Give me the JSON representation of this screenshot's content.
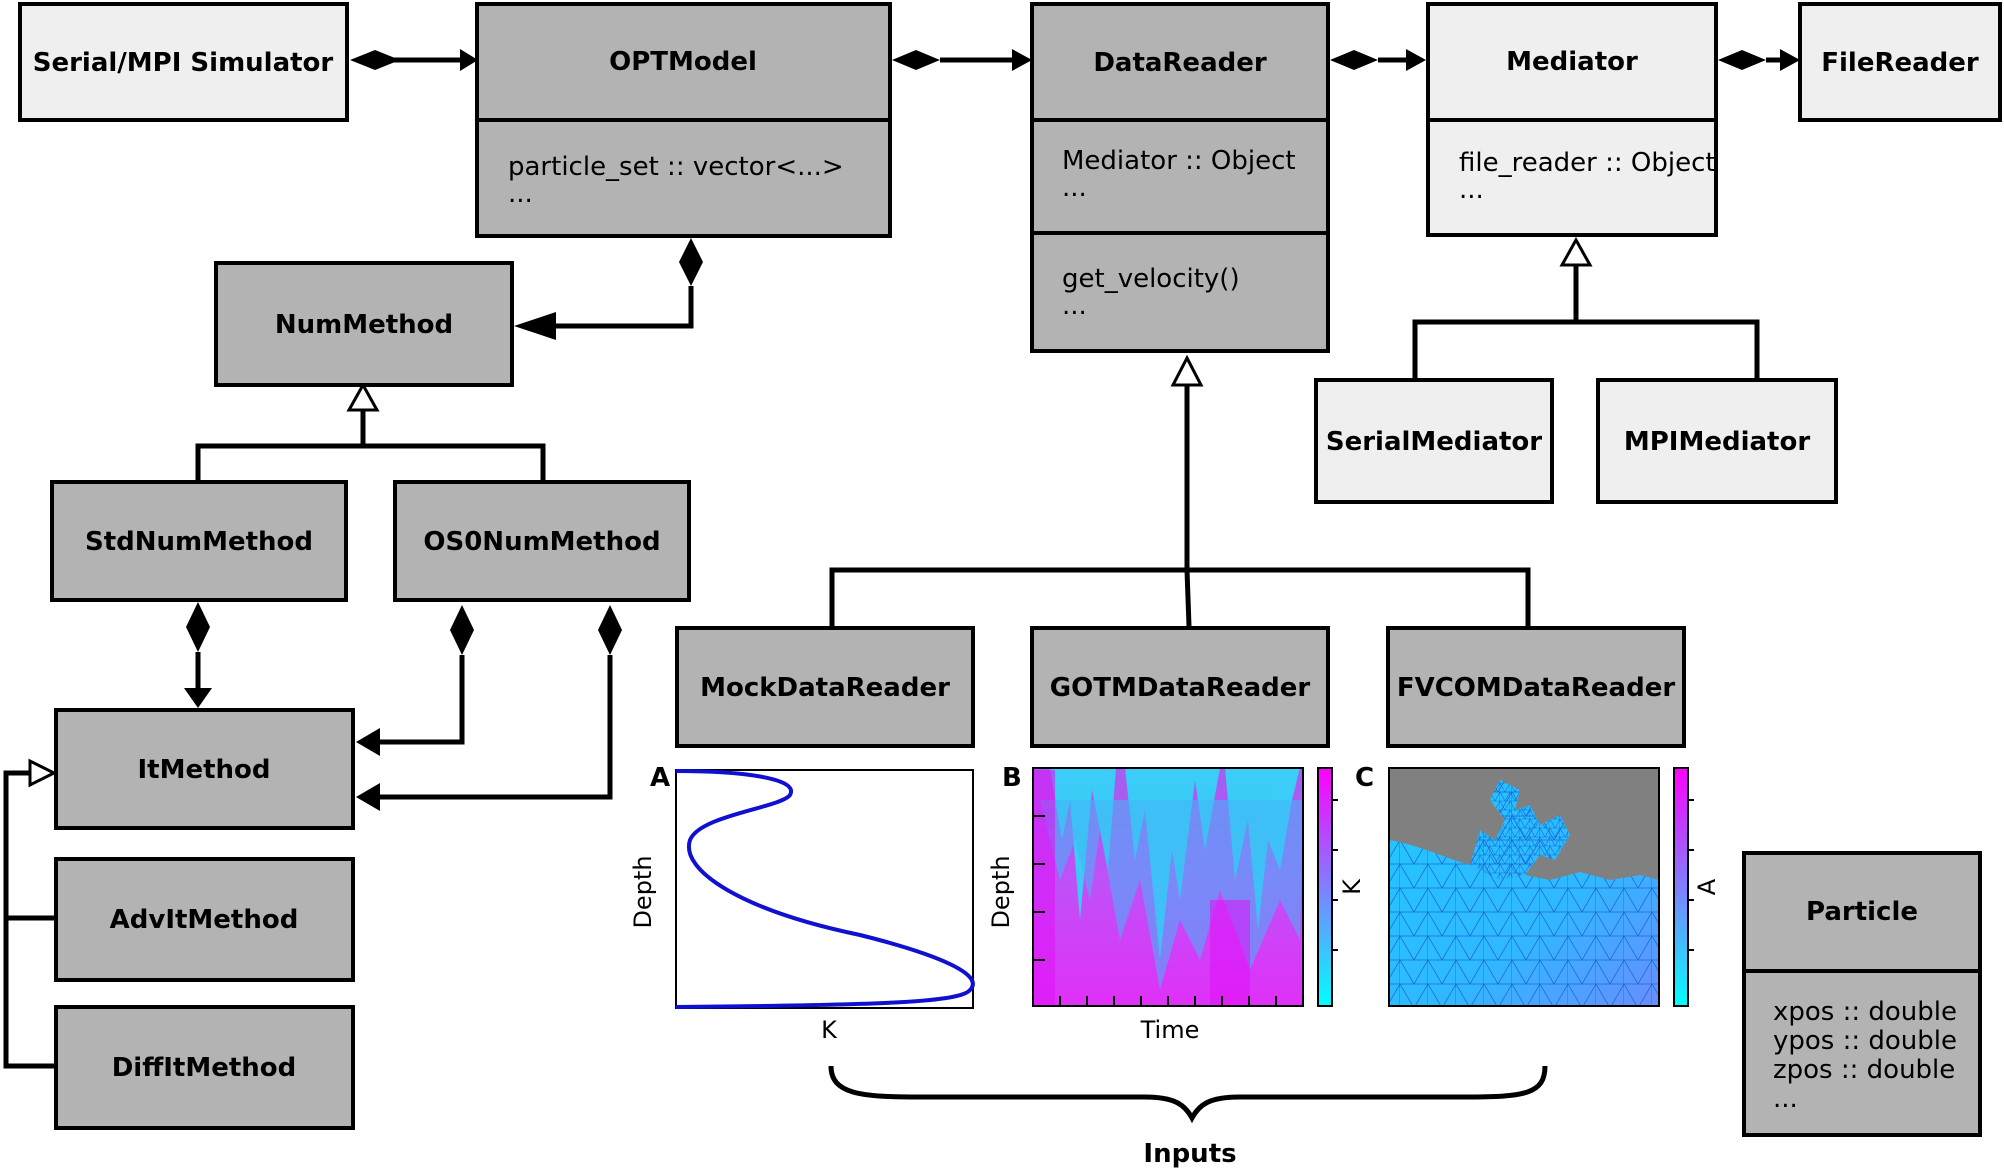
{
  "classes": {
    "simulator": "Serial/MPI Simulator",
    "optmodel": {
      "name": "OPTModel",
      "attrs": [
        "particle_set :: vector<...>",
        "..."
      ]
    },
    "datareader": {
      "name": "DataReader",
      "attrs": [
        "Mediator :: Object",
        "..."
      ],
      "methods": [
        "get_velocity()",
        "..."
      ]
    },
    "mediator": {
      "name": "Mediator",
      "attrs": [
        "file_reader :: Object",
        "..."
      ]
    },
    "filereader": "FileReader",
    "serialmediator": "SerialMediator",
    "mpimediator": "MPIMediator",
    "nummethod": "NumMethod",
    "stdnummethod": "StdNumMethod",
    "os0nummethod": "OS0NumMethod",
    "itmethod": "ItMethod",
    "advitmethod": "AdvItMethod",
    "diffitmethod": "DiffItMethod",
    "mockdatareader": "MockDataReader",
    "gotmdatareader": "GOTMDataReader",
    "fvcomdatareader": "FVCOMDataReader",
    "particle": {
      "name": "Particle",
      "attrs": [
        "xpos :: double",
        "ypos :: double",
        "zpos :: double",
        "..."
      ]
    }
  },
  "panels": {
    "a": {
      "letter": "A",
      "ylabel": "Depth",
      "xlabel": "K"
    },
    "b": {
      "letter": "B",
      "ylabel": "Depth",
      "xlabel": "Time",
      "colorbar_label": "K"
    },
    "c": {
      "letter": "C",
      "colorbar_label": "A"
    }
  },
  "inputs_label": "Inputs",
  "colors": {
    "box_dark": "#b3b3b3",
    "box_light": "#efefef",
    "profile_line": "#1010d0",
    "cmap_low": "#ff00ff",
    "cmap_high": "#00ffff",
    "land": "#808080"
  }
}
